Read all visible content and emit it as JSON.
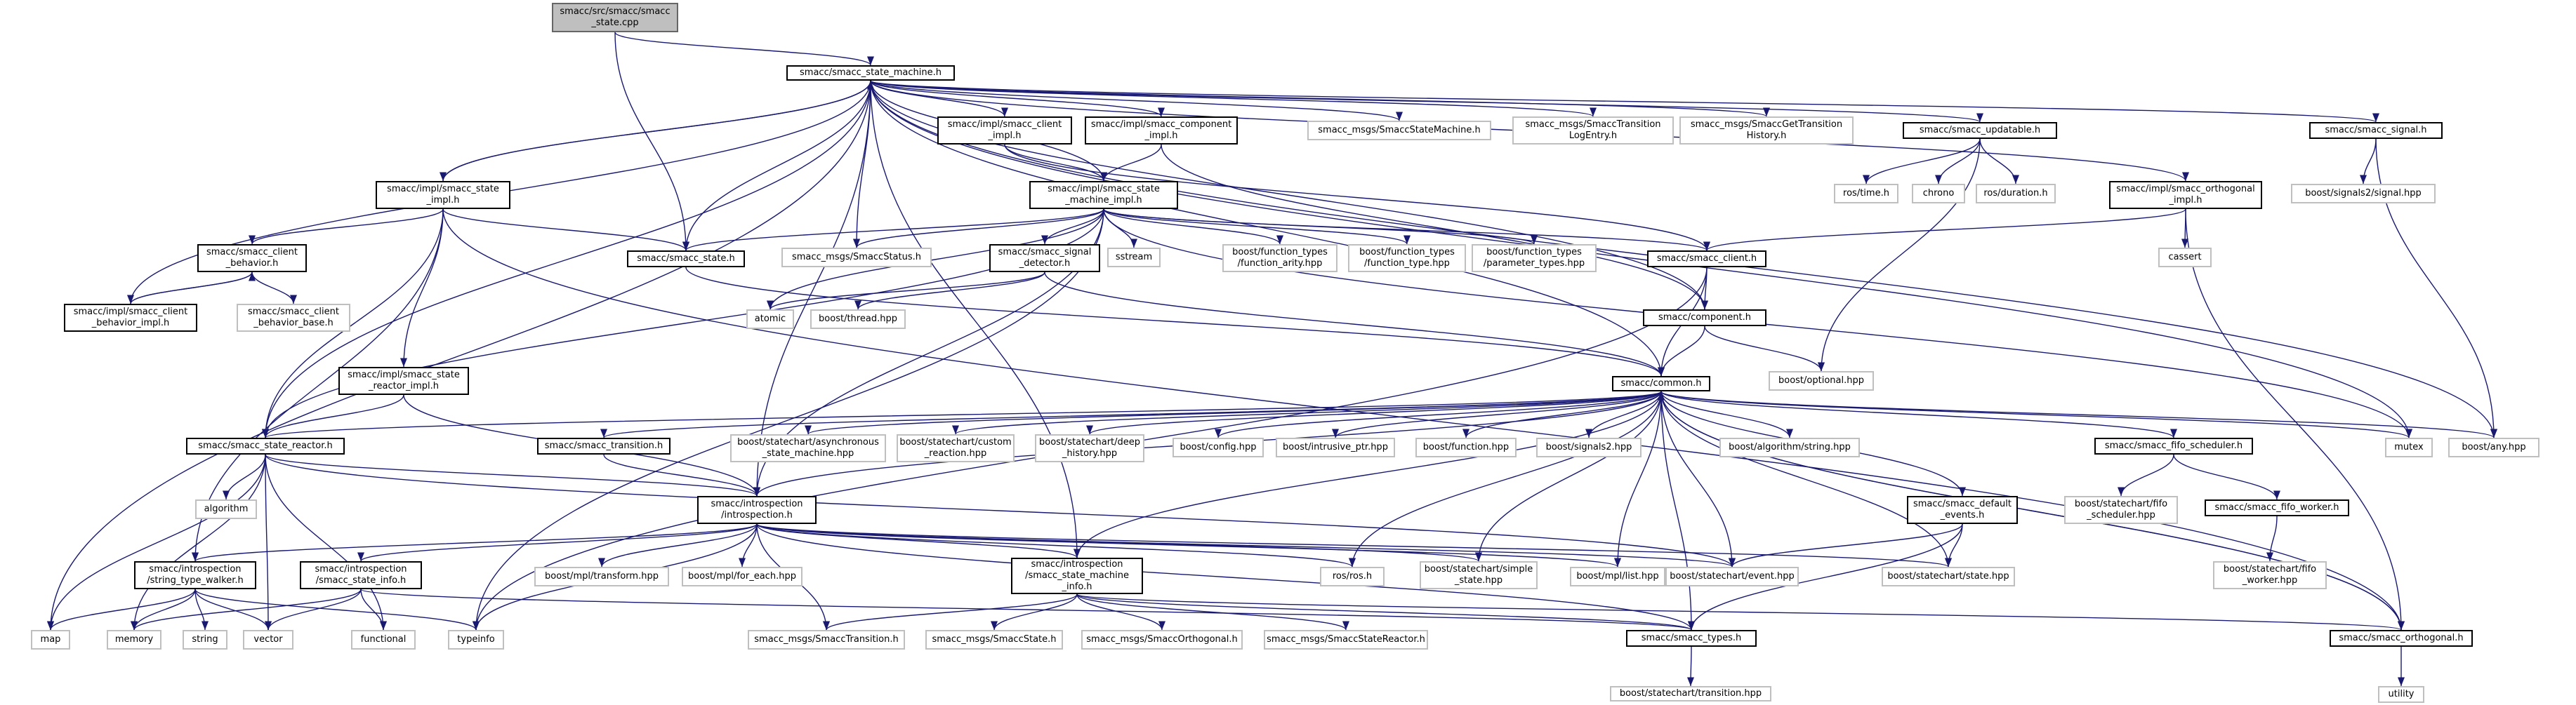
{
  "nodes": [
    {
      "id": "root",
      "label": "smacc/src/smacc/smacc\n_state.cpp",
      "kind": "root"
    },
    {
      "id": "sm",
      "label": "smacc/smacc_state_machine.h",
      "kind": "local"
    },
    {
      "id": "client_impl",
      "label": "smacc/impl/smacc_client\n_impl.h",
      "kind": "local"
    },
    {
      "id": "component_impl",
      "label": "smacc/impl/smacc_component\n_impl.h",
      "kind": "local"
    },
    {
      "id": "msg_smstate",
      "label": "smacc_msgs/SmaccStateMachine.h",
      "kind": "ext"
    },
    {
      "id": "msg_translog",
      "label": "smacc_msgs/SmaccTransition\nLogEntry.h",
      "kind": "ext"
    },
    {
      "id": "msg_gettrans",
      "label": "smacc_msgs/SmaccGetTransition\nHistory.h",
      "kind": "ext"
    },
    {
      "id": "updatable",
      "label": "smacc/smacc_updatable.h",
      "kind": "local"
    },
    {
      "id": "signal",
      "label": "smacc/smacc_signal.h",
      "kind": "local"
    },
    {
      "id": "state_impl",
      "label": "smacc/impl/smacc_state\n_impl.h",
      "kind": "local"
    },
    {
      "id": "sm_impl",
      "label": "smacc/impl/smacc_state\n_machine_impl.h",
      "kind": "local"
    },
    {
      "id": "ros_time",
      "label": "ros/time.h",
      "kind": "ext"
    },
    {
      "id": "chrono",
      "label": "chrono",
      "kind": "ext"
    },
    {
      "id": "ros_duration",
      "label": "ros/duration.h",
      "kind": "ext"
    },
    {
      "id": "orth_impl",
      "label": "smacc/impl/smacc_orthogonal\n_impl.h",
      "kind": "local"
    },
    {
      "id": "boost_signals2_signal",
      "label": "boost/signals2/signal.hpp",
      "kind": "ext"
    },
    {
      "id": "client_behavior",
      "label": "smacc/smacc_client\n_behavior.h",
      "kind": "local"
    },
    {
      "id": "state_h",
      "label": "smacc/smacc_state.h",
      "kind": "local"
    },
    {
      "id": "msg_status",
      "label": "smacc_msgs/SmaccStatus.h",
      "kind": "ext"
    },
    {
      "id": "signal_detector",
      "label": "smacc/smacc_signal\n_detector.h",
      "kind": "local"
    },
    {
      "id": "sstream",
      "label": "sstream",
      "kind": "ext"
    },
    {
      "id": "ft_arity",
      "label": "boost/function_types\n/function_arity.hpp",
      "kind": "ext"
    },
    {
      "id": "ft_type",
      "label": "boost/function_types\n/function_type.hpp",
      "kind": "ext"
    },
    {
      "id": "ft_param",
      "label": "boost/function_types\n/parameter_types.hpp",
      "kind": "ext"
    },
    {
      "id": "client_h",
      "label": "smacc/smacc_client.h",
      "kind": "local"
    },
    {
      "id": "cassert",
      "label": "cassert",
      "kind": "ext"
    },
    {
      "id": "cb_impl",
      "label": "smacc/impl/smacc_client\n_behavior_impl.h",
      "kind": "local"
    },
    {
      "id": "cb_base",
      "label": "smacc/smacc_client\n_behavior_base.h",
      "kind": "ext"
    },
    {
      "id": "atomic",
      "label": "atomic",
      "kind": "ext"
    },
    {
      "id": "boost_thread",
      "label": "boost/thread.hpp",
      "kind": "ext"
    },
    {
      "id": "component_h",
      "label": "smacc/component.h",
      "kind": "local"
    },
    {
      "id": "reactor_impl",
      "label": "smacc/impl/smacc_state\n_reactor_impl.h",
      "kind": "local"
    },
    {
      "id": "boost_optional",
      "label": "boost/optional.hpp",
      "kind": "ext"
    },
    {
      "id": "common",
      "label": "smacc/common.h",
      "kind": "local"
    },
    {
      "id": "reactor_h",
      "label": "smacc/smacc_state_reactor.h",
      "kind": "local"
    },
    {
      "id": "transition_h",
      "label": "smacc/smacc_transition.h",
      "kind": "local"
    },
    {
      "id": "async_sm",
      "label": "boost/statechart/asynchronous\n_state_machine.hpp",
      "kind": "ext"
    },
    {
      "id": "custom_reaction",
      "label": "boost/statechart/custom\n_reaction.hpp",
      "kind": "ext"
    },
    {
      "id": "deep_history",
      "label": "boost/statechart/deep\n_history.hpp",
      "kind": "ext"
    },
    {
      "id": "boost_config",
      "label": "boost/config.hpp",
      "kind": "ext"
    },
    {
      "id": "intrusive_ptr",
      "label": "boost/intrusive_ptr.hpp",
      "kind": "ext"
    },
    {
      "id": "boost_function",
      "label": "boost/function.hpp",
      "kind": "ext"
    },
    {
      "id": "boost_signals2",
      "label": "boost/signals2.hpp",
      "kind": "ext"
    },
    {
      "id": "algo_string",
      "label": "boost/algorithm/string.hpp",
      "kind": "ext"
    },
    {
      "id": "fifo_scheduler",
      "label": "smacc/smacc_fifo_scheduler.h",
      "kind": "local"
    },
    {
      "id": "mutex",
      "label": "mutex",
      "kind": "ext"
    },
    {
      "id": "boost_any",
      "label": "boost/any.hpp",
      "kind": "ext"
    },
    {
      "id": "algorithm",
      "label": "algorithm",
      "kind": "ext"
    },
    {
      "id": "introspection",
      "label": "smacc/introspection\n/introspection.h",
      "kind": "local"
    },
    {
      "id": "default_events",
      "label": "smacc/smacc_default\n_events.h",
      "kind": "local"
    },
    {
      "id": "sc_fifo_scheduler",
      "label": "boost/statechart/fifo\n_scheduler.hpp",
      "kind": "ext"
    },
    {
      "id": "fifo_worker",
      "label": "smacc/smacc_fifo_worker.h",
      "kind": "local"
    },
    {
      "id": "stw",
      "label": "smacc/introspection\n/string_type_walker.h",
      "kind": "local"
    },
    {
      "id": "ssi",
      "label": "smacc/introspection\n/smacc_state_info.h",
      "kind": "local"
    },
    {
      "id": "mpl_transform",
      "label": "boost/mpl/transform.hpp",
      "kind": "ext"
    },
    {
      "id": "mpl_foreach",
      "label": "boost/mpl/for_each.hpp",
      "kind": "ext"
    },
    {
      "id": "smi",
      "label": "smacc/introspection\n/smacc_state_machine\n_info.h",
      "kind": "local"
    },
    {
      "id": "ros_ros",
      "label": "ros/ros.h",
      "kind": "ext"
    },
    {
      "id": "simple_state",
      "label": "boost/statechart/simple\n_state.hpp",
      "kind": "ext"
    },
    {
      "id": "mpl_list",
      "label": "boost/mpl/list.hpp",
      "kind": "ext"
    },
    {
      "id": "sc_event",
      "label": "boost/statechart/event.hpp",
      "kind": "ext"
    },
    {
      "id": "sc_state",
      "label": "boost/statechart/state.hpp",
      "kind": "ext"
    },
    {
      "id": "sc_fifo_worker",
      "label": "boost/statechart/fifo\n_worker.hpp",
      "kind": "ext"
    },
    {
      "id": "map",
      "label": "map",
      "kind": "ext"
    },
    {
      "id": "memory",
      "label": "memory",
      "kind": "ext"
    },
    {
      "id": "string",
      "label": "string",
      "kind": "ext"
    },
    {
      "id": "vector",
      "label": "vector",
      "kind": "ext"
    },
    {
      "id": "functional",
      "label": "functional",
      "kind": "ext"
    },
    {
      "id": "typeinfo",
      "label": "typeinfo",
      "kind": "ext"
    },
    {
      "id": "msg_transition",
      "label": "smacc_msgs/SmaccTransition.h",
      "kind": "ext"
    },
    {
      "id": "msg_state",
      "label": "smacc_msgs/SmaccState.h",
      "kind": "ext"
    },
    {
      "id": "msg_orth",
      "label": "smacc_msgs/SmaccOrthogonal.h",
      "kind": "ext"
    },
    {
      "id": "msg_reactor",
      "label": "smacc_msgs/SmaccStateReactor.h",
      "kind": "ext"
    },
    {
      "id": "types_h",
      "label": "smacc/smacc_types.h",
      "kind": "local"
    },
    {
      "id": "orthogonal_h",
      "label": "smacc/smacc_orthogonal.h",
      "kind": "local"
    },
    {
      "id": "sc_transition",
      "label": "boost/statechart/transition.hpp",
      "kind": "ext"
    },
    {
      "id": "utility",
      "label": "utility",
      "kind": "ext"
    }
  ],
  "edges": [
    [
      "root",
      "sm"
    ],
    [
      "root",
      "state_h"
    ],
    [
      "sm",
      "client_impl"
    ],
    [
      "sm",
      "component_impl"
    ],
    [
      "sm",
      "msg_smstate"
    ],
    [
      "sm",
      "msg_translog"
    ],
    [
      "sm",
      "msg_gettrans"
    ],
    [
      "sm",
      "updatable"
    ],
    [
      "sm",
      "signal"
    ],
    [
      "sm",
      "state_impl"
    ],
    [
      "sm",
      "orth_impl"
    ],
    [
      "sm",
      "state_h"
    ],
    [
      "sm",
      "msg_status"
    ],
    [
      "sm",
      "common"
    ],
    [
      "sm",
      "reactor_h"
    ],
    [
      "sm",
      "introspection"
    ],
    [
      "sm",
      "smi"
    ],
    [
      "sm",
      "map"
    ],
    [
      "sm",
      "boost_any"
    ],
    [
      "sm",
      "mutex"
    ],
    [
      "sm",
      "component_h"
    ],
    [
      "client_impl",
      "sm_impl"
    ],
    [
      "client_impl",
      "client_h"
    ],
    [
      "component_impl",
      "sm_impl"
    ],
    [
      "component_impl",
      "component_h"
    ],
    [
      "updatable",
      "ros_time"
    ],
    [
      "updatable",
      "chrono"
    ],
    [
      "updatable",
      "ros_duration"
    ],
    [
      "updatable",
      "boost_optional"
    ],
    [
      "signal",
      "boost_signals2_signal"
    ],
    [
      "signal",
      "boost_any"
    ],
    [
      "state_impl",
      "sm"
    ],
    [
      "state_impl",
      "client_behavior"
    ],
    [
      "state_impl",
      "state_h"
    ],
    [
      "state_impl",
      "reactor_h"
    ],
    [
      "state_impl",
      "reactor_impl"
    ],
    [
      "state_impl",
      "stw"
    ],
    [
      "state_impl",
      "orthogonal_h"
    ],
    [
      "sm_impl",
      "sm"
    ],
    [
      "sm_impl",
      "state_h"
    ],
    [
      "sm_impl",
      "msg_status"
    ],
    [
      "sm_impl",
      "signal_detector"
    ],
    [
      "sm_impl",
      "sstream"
    ],
    [
      "sm_impl",
      "ft_arity"
    ],
    [
      "sm_impl",
      "ft_type"
    ],
    [
      "sm_impl",
      "ft_param"
    ],
    [
      "sm_impl",
      "client_h"
    ],
    [
      "sm_impl",
      "reactor_h"
    ],
    [
      "sm_impl",
      "introspection"
    ],
    [
      "sm_impl",
      "atomic"
    ],
    [
      "sm_impl",
      "typeinfo"
    ],
    [
      "sm_impl",
      "mutex"
    ],
    [
      "orth_impl",
      "client_h"
    ],
    [
      "orth_impl",
      "cassert"
    ],
    [
      "orth_impl",
      "orthogonal_h"
    ],
    [
      "client_behavior",
      "cb_impl"
    ],
    [
      "client_behavior",
      "cb_base"
    ],
    [
      "cb_impl",
      "client_behavior"
    ],
    [
      "cb_impl",
      "sm"
    ],
    [
      "state_h",
      "common"
    ],
    [
      "signal_detector",
      "atomic"
    ],
    [
      "signal_detector",
      "boost_thread"
    ],
    [
      "signal_detector",
      "common"
    ],
    [
      "client_h",
      "common"
    ],
    [
      "client_h",
      "component_h"
    ],
    [
      "client_h",
      "typeinfo"
    ],
    [
      "component_h",
      "common"
    ],
    [
      "component_h",
      "boost_optional"
    ],
    [
      "reactor_impl",
      "reactor_h"
    ],
    [
      "reactor_impl",
      "introspection"
    ],
    [
      "common",
      "transition_h"
    ],
    [
      "common",
      "async_sm"
    ],
    [
      "common",
      "custom_reaction"
    ],
    [
      "common",
      "deep_history"
    ],
    [
      "common",
      "boost_config"
    ],
    [
      "common",
      "intrusive_ptr"
    ],
    [
      "common",
      "boost_function"
    ],
    [
      "common",
      "boost_signals2"
    ],
    [
      "common",
      "algo_string"
    ],
    [
      "common",
      "fifo_scheduler"
    ],
    [
      "common",
      "mutex"
    ],
    [
      "common",
      "boost_any"
    ],
    [
      "common",
      "introspection"
    ],
    [
      "common",
      "default_events"
    ],
    [
      "common",
      "types_h"
    ],
    [
      "common",
      "orthogonal_h"
    ],
    [
      "common",
      "ros_ros"
    ],
    [
      "common",
      "mpl_list"
    ],
    [
      "common",
      "sc_event"
    ],
    [
      "common",
      "sc_state"
    ],
    [
      "common",
      "simple_state"
    ],
    [
      "common",
      "reactor_h"
    ],
    [
      "reactor_h",
      "algorithm"
    ],
    [
      "reactor_h",
      "introspection"
    ],
    [
      "reactor_h",
      "map"
    ],
    [
      "reactor_h",
      "memory"
    ],
    [
      "reactor_h",
      "vector"
    ],
    [
      "reactor_h",
      "functional"
    ],
    [
      "reactor_h",
      "sc_event"
    ],
    [
      "transition_h",
      "introspection"
    ],
    [
      "fifo_scheduler",
      "sc_fifo_scheduler"
    ],
    [
      "fifo_scheduler",
      "fifo_worker"
    ],
    [
      "fifo_worker",
      "sc_fifo_worker"
    ],
    [
      "introspection",
      "stw"
    ],
    [
      "introspection",
      "ssi"
    ],
    [
      "introspection",
      "mpl_transform"
    ],
    [
      "introspection",
      "mpl_foreach"
    ],
    [
      "introspection",
      "smi"
    ],
    [
      "introspection",
      "ros_ros"
    ],
    [
      "introspection",
      "simple_state"
    ],
    [
      "introspection",
      "mpl_list"
    ],
    [
      "introspection",
      "sc_event"
    ],
    [
      "introspection",
      "sc_state"
    ],
    [
      "introspection",
      "typeinfo"
    ],
    [
      "introspection",
      "msg_transition"
    ],
    [
      "introspection",
      "types_h"
    ],
    [
      "default_events",
      "sc_event"
    ],
    [
      "default_events",
      "sc_state"
    ],
    [
      "default_events",
      "types_h"
    ],
    [
      "stw",
      "map"
    ],
    [
      "stw",
      "memory"
    ],
    [
      "stw",
      "string"
    ],
    [
      "stw",
      "vector"
    ],
    [
      "stw",
      "typeinfo"
    ],
    [
      "ssi",
      "memory"
    ],
    [
      "ssi",
      "vector"
    ],
    [
      "ssi",
      "functional"
    ],
    [
      "ssi",
      "types_h"
    ],
    [
      "smi",
      "common"
    ],
    [
      "smi",
      "msg_transition"
    ],
    [
      "smi",
      "msg_state"
    ],
    [
      "smi",
      "msg_orth"
    ],
    [
      "smi",
      "msg_reactor"
    ],
    [
      "smi",
      "types_h"
    ],
    [
      "smi",
      "orthogonal_h"
    ],
    [
      "types_h",
      "sc_transition"
    ],
    [
      "orthogonal_h",
      "utility"
    ],
    [
      "orthogonal_h",
      "common"
    ]
  ],
  "colors": {
    "edge": "#191970",
    "local_border": "#000000",
    "ext_border": "#bfbfbf",
    "root_fill": "#bfbfbf"
  }
}
